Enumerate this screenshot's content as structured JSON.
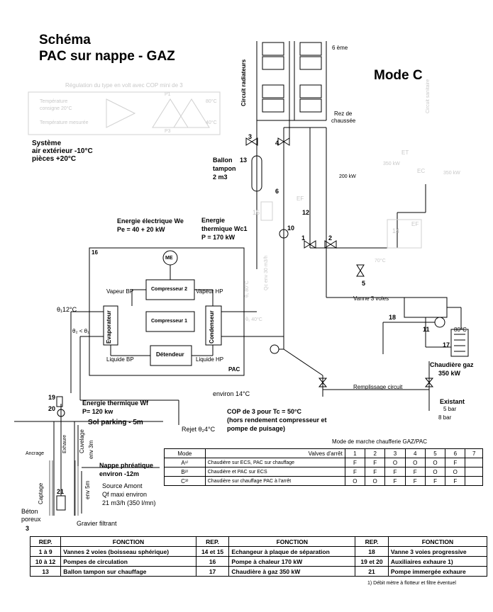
{
  "title": {
    "line1": "Schéma",
    "line2": "PAC sur nappe - GAZ"
  },
  "mode": "Mode C",
  "faint": {
    "regulation": "Régulation du type en volt avec COP mini de 3",
    "temp_consigne": "Température",
    "consigne_20": "consigne 20°C",
    "temp_mesuree": "Température mesurée",
    "t80": "80°C",
    "t40": "40°C",
    "p1": "P1",
    "p3": "P3",
    "circuit_sanitaire": "Circuit sanitaire",
    "et": "ET",
    "ec": "EC",
    "p350a": "350 kW",
    "p350b": "350 kW",
    "ef1": "EF",
    "ef2": "EF",
    "n14": "14",
    "n15": "15",
    "t70": "70°C",
    "qc": "Qc env 30 m3/h",
    "th1": "θ₁ 80°C",
    "th2": "θ₁ 40°C"
  },
  "systeme": {
    "line1": "Système",
    "line2": "air extérieur -10°C",
    "line3": "pièces +20°C"
  },
  "six_eme": "6 ème",
  "circuit_radiateurs": "Circuit radiateurs",
  "rez": {
    "line1": "Rez de",
    "line2": "chaussée"
  },
  "p200": "200 kW",
  "ballon": {
    "line1": "Ballon",
    "line2": "tampon",
    "line3": "2 m3"
  },
  "energie_elec": {
    "line1": "Energie électrique We",
    "line2": "Pe = 40 + 20 kW"
  },
  "energie_therm_c": {
    "line1": "Energie",
    "line2": "thermique Wc1",
    "line3": "P = 170 kW"
  },
  "pac": {
    "n16": "16",
    "me": "ME",
    "comp2": "Compresseur 2",
    "comp1": "Compresseur 1",
    "vapeur_bp": "Vapeur BP",
    "vapeur_hp": "Vapeur HP",
    "evaporateur": "Evaporateur",
    "condenseur": "Condenseur",
    "detendeur": "Détendeur",
    "liquide_bp": "Liquide BP",
    "liquide_hp": "Liquide HP",
    "label": "PAC"
  },
  "theta1": "θ₁12°C",
  "theta2": "θ₂ < θ₁",
  "vanne3": "Vanne 3 voies",
  "t80b": "80°C",
  "chaudiere": {
    "line1": "Chaudière gaz",
    "line2": "350 kW"
  },
  "remplissage": "Remplissage circuit",
  "existant": {
    "line1": "Existant",
    "line2": "5 bar",
    "line3": "8 bar"
  },
  "environ14": "environ 14°C",
  "energie_wf": {
    "line1": "Energie thermique Wf",
    "line2": "P= 120 kw"
  },
  "sol": "Sol parking - 5m",
  "rejet": "Rejet θ₂4°C",
  "cop": {
    "line1": "COP de 3 pour Tc = 50°C",
    "line2": "(hors rendement compresseur et",
    "line3": "pompe de puisage)"
  },
  "nappe": {
    "line1": "Nappe phréatique",
    "line2": "environ -12m"
  },
  "source": {
    "line1": "Source Amont",
    "line2": "Qf  maxi environ",
    "line3": "21 m3/h (350 l/mn)"
  },
  "well": {
    "exhaure": "Exhaure",
    "cuvelage": "Cuvelage",
    "env3m": "env 3m",
    "env5m": "env 5m",
    "captage": "Captage",
    "ancrage": "Ancrage",
    "beton": "Béton",
    "poreux": "poreux",
    "gravier": "Gravier filtrant",
    "n3": "3"
  },
  "nums": {
    "n1": "1",
    "n2": "2",
    "n3": "3",
    "n4": "4",
    "n5": "5",
    "n6": "6",
    "n10": "10",
    "n11": "11",
    "n12": "12",
    "n13": "13",
    "n17": "17",
    "n18": "18",
    "n19": "19",
    "n20": "20",
    "n21": "21"
  },
  "mode_table": {
    "title": "Mode de marche chaufferie GAZ/PAC",
    "head_mode": "Mode",
    "head_valves": "Valves d'arrêt",
    "cols": [
      "1",
      "2",
      "3",
      "4",
      "5",
      "6",
      "7"
    ],
    "rows": [
      {
        "mode": "A¹⁾",
        "desc": "Chaudière sur ECS, PAC sur chauffage",
        "v": [
          "F",
          "F",
          "O",
          "O",
          "O",
          "F",
          ""
        ]
      },
      {
        "mode": "B²⁾",
        "desc": "Chaudière et PAC sur ECS",
        "v": [
          "F",
          "F",
          "F",
          "F",
          "O",
          "O",
          ""
        ]
      },
      {
        "mode": "C³⁾",
        "desc": "Chaudière sur chauffage PAC à l'arrêt",
        "v": [
          "O",
          "O",
          "F",
          "F",
          "F",
          "F",
          ""
        ]
      }
    ]
  },
  "ref_table": {
    "headers": [
      "REP.",
      "FONCTION",
      "REP.",
      "FONCTION",
      "REP.",
      "FONCTION"
    ],
    "rows": [
      [
        "1 à 9",
        "Vannes 2 voies (boisseau sphérique)",
        "14 et 15",
        "Echangeur à plaque de séparation",
        "18",
        "Vanne 3 voies progressive"
      ],
      [
        "10 à 12",
        "Pompes de circulation",
        "16",
        "Pompe à chaleur 170 kW",
        "19 et 20",
        "Auxiliaires exhaure 1)"
      ],
      [
        "13",
        "Ballon tampon sur chauffage",
        "17",
        "Chaudière à gaz 350 kW",
        "21",
        "Pompe immergée exhaure"
      ]
    ],
    "footnote": "1) Débit mètre à flotteur et filtre éventuel"
  }
}
